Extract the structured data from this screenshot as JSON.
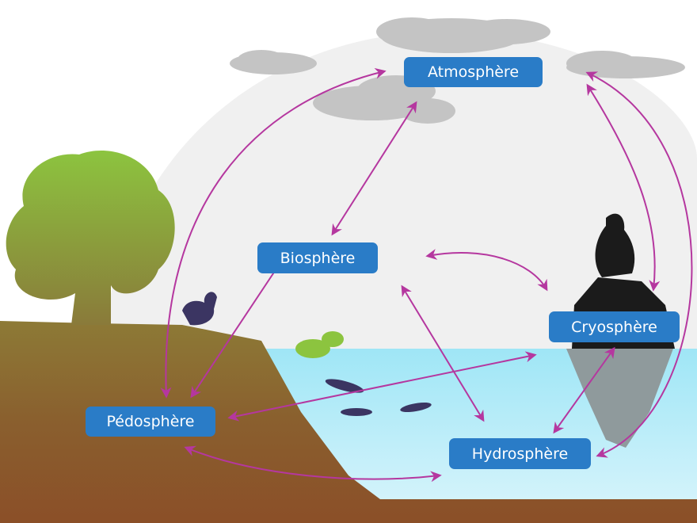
{
  "labels": {
    "atmosphere": "Atmosphère",
    "biosphere": "Biosphère",
    "cryosphere": "Cryosphère",
    "pedosphere": "Pédosphère",
    "hydrosphere": "Hydrosphère"
  },
  "colors": {
    "label_bg": "#2a7cc7",
    "arrow": "#b5379f",
    "water": "#aee8f5",
    "soil": "#8a5a2e",
    "cloud": "#c4c4c4"
  }
}
